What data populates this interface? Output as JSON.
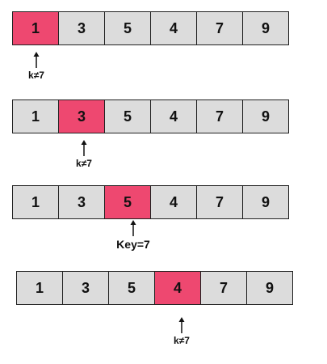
{
  "steps": [
    {
      "values": [
        "1",
        "3",
        "5",
        "4",
        "7",
        "9"
      ],
      "highlight": 0,
      "pointer_label": "k≠7"
    },
    {
      "values": [
        "1",
        "3",
        "5",
        "4",
        "7",
        "9"
      ],
      "highlight": 1,
      "pointer_label": "k≠7"
    },
    {
      "values": [
        "1",
        "3",
        "5",
        "4",
        "7",
        "9"
      ],
      "highlight": 2,
      "pointer_label": "Key=7"
    },
    {
      "values": [
        "1",
        "3",
        "5",
        "4",
        "7",
        "9"
      ],
      "highlight": 3,
      "pointer_label": "k≠7"
    }
  ],
  "colors": {
    "highlight": "#ee4870",
    "cell": "#dcdcdc",
    "border": "#222222"
  },
  "icons": {
    "pointer": "up-arrow-icon"
  }
}
